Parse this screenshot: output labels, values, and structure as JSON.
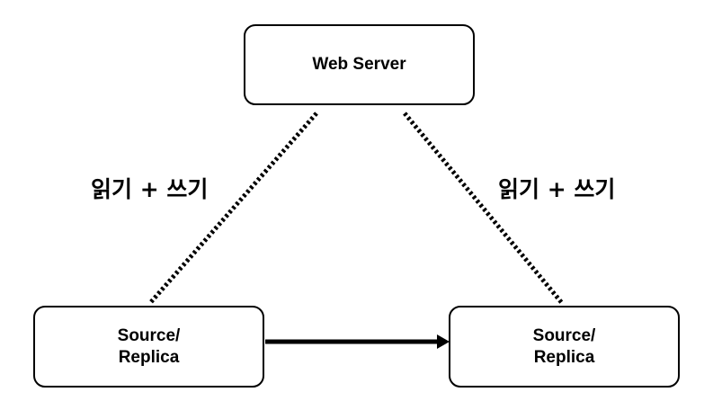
{
  "nodes": {
    "web_server": "Web Server",
    "source_replica_left": "Source/\nReplica",
    "source_replica_right": "Source/\nReplica"
  },
  "edges": {
    "left_label": "읽기 + 쓰기",
    "right_label": "읽기 + 쓰기"
  },
  "colors": {
    "stroke": "#000000",
    "background": "#ffffff"
  }
}
